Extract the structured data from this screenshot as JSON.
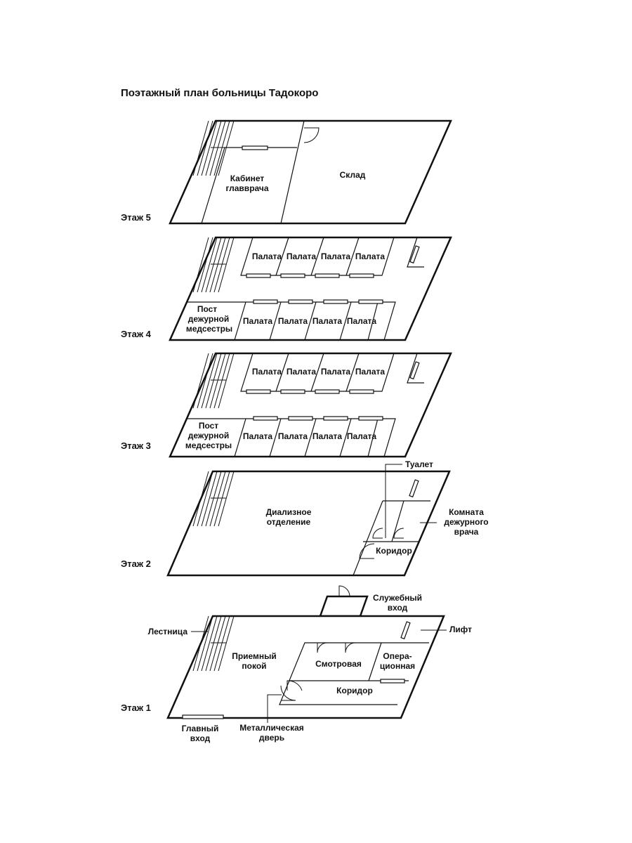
{
  "title": "Поэтажный план больницы Тадокоро",
  "floors": {
    "f5": {
      "label": "Этаж 5",
      "rooms": {
        "office": [
          "Кабинет",
          "главврача"
        ],
        "storage": "Склад"
      }
    },
    "f4": {
      "label": "Этаж 4",
      "ward": "Палата",
      "nurse_station": [
        "Пост",
        "дежурной",
        "медсестры"
      ]
    },
    "f3": {
      "label": "Этаж 3",
      "ward": "Палата",
      "nurse_station": [
        "Пост",
        "дежурной",
        "медсестры"
      ]
    },
    "f2": {
      "label": "Этаж 2",
      "rooms": {
        "dialysis": [
          "Диализное",
          "отделение"
        ],
        "corridor": "Коридор"
      },
      "callouts": {
        "toilet": "Туалет",
        "doctor_room": [
          "Комната",
          "дежурного",
          "врача"
        ]
      }
    },
    "f1": {
      "label": "Этаж 1",
      "rooms": {
        "reception": [
          "Приемный",
          "покой"
        ],
        "exam": "Смотровая",
        "operating": [
          "Опера-",
          "ционная"
        ],
        "corridor": "Коридор"
      },
      "callouts": {
        "stairs": "Лестница",
        "service_entrance": [
          "Служебный",
          "вход"
        ],
        "elevator": "Лифт",
        "main_entrance": [
          "Главный",
          "вход"
        ],
        "metal_door": [
          "Металлическая",
          "дверь"
        ]
      }
    }
  }
}
